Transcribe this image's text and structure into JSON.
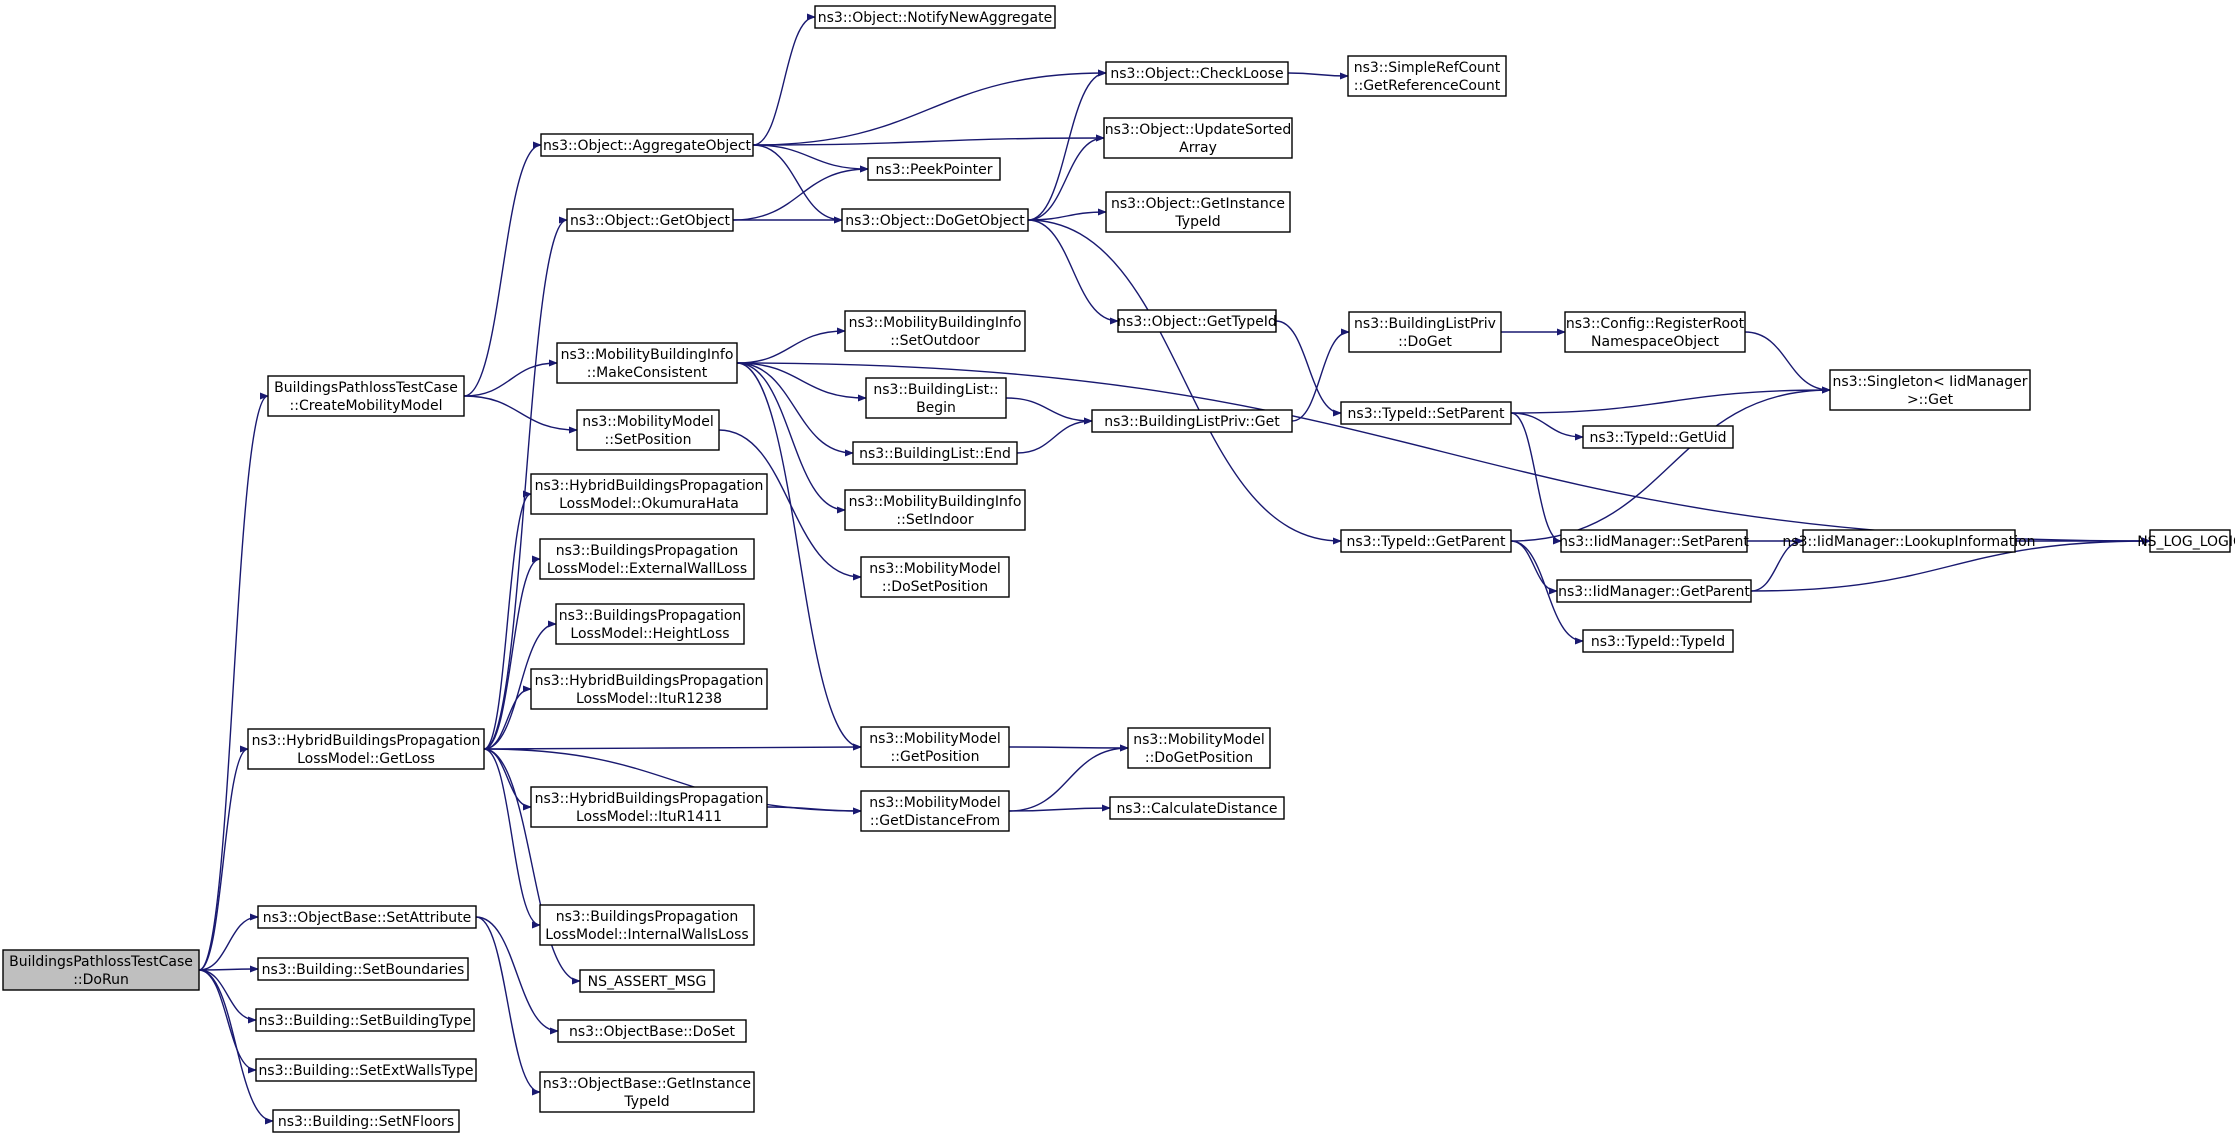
{
  "colors": {
    "edge": "#191970",
    "node_border": "#000000",
    "node_border_red": "#ff0000",
    "node_fill": "#ffffff",
    "root_fill": "#bfbfbf"
  },
  "nodes": [
    {
      "id": "n0",
      "lines": [
        "BuildingsPathlossTestCase",
        "::DoRun"
      ],
      "root": true
    },
    {
      "id": "n1",
      "lines": [
        "BuildingsPathlossTestCase",
        "::CreateMobilityModel"
      ]
    },
    {
      "id": "n2",
      "lines": [
        "ns3::HybridBuildingsPropagation",
        "LossModel::GetLoss"
      ]
    },
    {
      "id": "n3",
      "lines": [
        "ns3::ObjectBase::SetAttribute"
      ]
    },
    {
      "id": "n4",
      "lines": [
        "ns3::Building::SetBoundaries"
      ]
    },
    {
      "id": "n5",
      "lines": [
        "ns3::Building::SetBuildingType"
      ]
    },
    {
      "id": "n6",
      "lines": [
        "ns3::Building::SetExtWallsType"
      ]
    },
    {
      "id": "n7",
      "lines": [
        "ns3::Building::SetNFloors"
      ]
    },
    {
      "id": "n8",
      "lines": [
        "ns3::Object::AggregateObject"
      ]
    },
    {
      "id": "n9",
      "lines": [
        "ns3::Object::GetObject"
      ]
    },
    {
      "id": "n10",
      "lines": [
        "ns3::MobilityBuildingInfo",
        "::MakeConsistent"
      ]
    },
    {
      "id": "n11",
      "lines": [
        "ns3::MobilityModel",
        "::SetPosition"
      ]
    },
    {
      "id": "n12",
      "lines": [
        "ns3::HybridBuildingsPropagation",
        "LossModel::OkumuraHata"
      ]
    },
    {
      "id": "n13",
      "lines": [
        "ns3::BuildingsPropagation",
        "LossModel::ExternalWallLoss"
      ]
    },
    {
      "id": "n14",
      "lines": [
        "ns3::BuildingsPropagation",
        "LossModel::HeightLoss"
      ]
    },
    {
      "id": "n15",
      "lines": [
        "ns3::HybridBuildingsPropagation",
        "LossModel::ItuR1238"
      ]
    },
    {
      "id": "n16",
      "lines": [
        "ns3::HybridBuildingsPropagation",
        "LossModel::ItuR1411"
      ]
    },
    {
      "id": "n17",
      "lines": [
        "ns3::BuildingsPropagation",
        "LossModel::InternalWallsLoss"
      ]
    },
    {
      "id": "n18",
      "lines": [
        "NS_ASSERT_MSG"
      ]
    },
    {
      "id": "n19",
      "lines": [
        "ns3::ObjectBase::DoSet"
      ]
    },
    {
      "id": "n20",
      "lines": [
        "ns3::ObjectBase::GetInstance",
        "TypeId"
      ]
    },
    {
      "id": "n21",
      "lines": [
        "ns3::Object::NotifyNewAggregate"
      ]
    },
    {
      "id": "n22",
      "lines": [
        "ns3::PeekPointer"
      ]
    },
    {
      "id": "n23",
      "lines": [
        "ns3::Object::DoGetObject"
      ]
    },
    {
      "id": "n24",
      "lines": [
        "ns3::MobilityBuildingInfo",
        "::SetOutdoor"
      ]
    },
    {
      "id": "n25",
      "lines": [
        "ns3::BuildingList::",
        "Begin"
      ]
    },
    {
      "id": "n26",
      "lines": [
        "ns3::BuildingList::End"
      ]
    },
    {
      "id": "n27",
      "lines": [
        "ns3::MobilityBuildingInfo",
        "::SetIndoor"
      ]
    },
    {
      "id": "n28",
      "lines": [
        "ns3::MobilityModel",
        "::DoSetPosition"
      ]
    },
    {
      "id": "n29",
      "lines": [
        "ns3::MobilityModel",
        "::GetPosition"
      ]
    },
    {
      "id": "n30",
      "lines": [
        "ns3::MobilityModel",
        "::GetDistanceFrom"
      ]
    },
    {
      "id": "n31",
      "lines": [
        "ns3::Object::CheckLoose"
      ]
    },
    {
      "id": "n32",
      "lines": [
        "ns3::Object::UpdateSorted",
        "Array"
      ]
    },
    {
      "id": "n33",
      "lines": [
        "ns3::Object::GetInstance",
        "TypeId"
      ]
    },
    {
      "id": "n34",
      "lines": [
        "ns3::Object::GetTypeId"
      ]
    },
    {
      "id": "n35",
      "lines": [
        "ns3::BuildingListPriv::Get"
      ]
    },
    {
      "id": "n36",
      "lines": [
        "ns3::MobilityModel",
        "::DoGetPosition"
      ]
    },
    {
      "id": "n37",
      "lines": [
        "ns3::CalculateDistance"
      ]
    },
    {
      "id": "n38",
      "lines": [
        "ns3::SimpleRefCount",
        "::GetReferenceCount"
      ]
    },
    {
      "id": "n39",
      "lines": [
        "ns3::BuildingListPriv",
        "::DoGet"
      ],
      "red": true
    },
    {
      "id": "n40",
      "lines": [
        "ns3::Config::RegisterRoot",
        "NamespaceObject"
      ],
      "red": true
    },
    {
      "id": "n41",
      "lines": [
        "ns3::TypeId::SetParent"
      ]
    },
    {
      "id": "n42",
      "lines": [
        "ns3::TypeId::GetParent"
      ]
    },
    {
      "id": "n43",
      "lines": [
        "ns3::Singleton< IidManager",
        ">::Get"
      ]
    },
    {
      "id": "n44",
      "lines": [
        "ns3::TypeId::GetUid"
      ]
    },
    {
      "id": "n45",
      "lines": [
        "ns3::IidManager::SetParent"
      ]
    },
    {
      "id": "n46",
      "lines": [
        "ns3::IidManager::GetParent"
      ]
    },
    {
      "id": "n47",
      "lines": [
        "ns3::TypeId::TypeId"
      ]
    },
    {
      "id": "n48",
      "lines": [
        "ns3::IidManager::LookupInformation"
      ]
    },
    {
      "id": "n49",
      "lines": [
        "NS_LOG_LOGIC"
      ]
    }
  ],
  "edges": [
    [
      "n0",
      "n1"
    ],
    [
      "n0",
      "n2"
    ],
    [
      "n0",
      "n3"
    ],
    [
      "n0",
      "n4"
    ],
    [
      "n0",
      "n5"
    ],
    [
      "n0",
      "n6"
    ],
    [
      "n0",
      "n7"
    ],
    [
      "n1",
      "n8"
    ],
    [
      "n1",
      "n10"
    ],
    [
      "n1",
      "n11"
    ],
    [
      "n2",
      "n9"
    ],
    [
      "n2",
      "n12"
    ],
    [
      "n2",
      "n13"
    ],
    [
      "n2",
      "n14"
    ],
    [
      "n2",
      "n15"
    ],
    [
      "n2",
      "n29"
    ],
    [
      "n2",
      "n16"
    ],
    [
      "n2",
      "n30"
    ],
    [
      "n2",
      "n17"
    ],
    [
      "n2",
      "n18"
    ],
    [
      "n3",
      "n19"
    ],
    [
      "n3",
      "n20"
    ],
    [
      "n8",
      "n21"
    ],
    [
      "n8",
      "n31"
    ],
    [
      "n8",
      "n32"
    ],
    [
      "n8",
      "n22"
    ],
    [
      "n8",
      "n23"
    ],
    [
      "n9",
      "n22"
    ],
    [
      "n9",
      "n23"
    ],
    [
      "n10",
      "n49"
    ],
    [
      "n10",
      "n24"
    ],
    [
      "n10",
      "n25"
    ],
    [
      "n10",
      "n26"
    ],
    [
      "n10",
      "n27"
    ],
    [
      "n10",
      "n29"
    ],
    [
      "n11",
      "n28"
    ],
    [
      "n16",
      "n30"
    ],
    [
      "n23",
      "n31"
    ],
    [
      "n23",
      "n32"
    ],
    [
      "n23",
      "n33"
    ],
    [
      "n23",
      "n34"
    ],
    [
      "n23",
      "n42"
    ],
    [
      "n25",
      "n35"
    ],
    [
      "n26",
      "n35"
    ],
    [
      "n29",
      "n36"
    ],
    [
      "n30",
      "n36"
    ],
    [
      "n30",
      "n37"
    ],
    [
      "n31",
      "n38"
    ],
    [
      "n34",
      "n41"
    ],
    [
      "n35",
      "n39"
    ],
    [
      "n39",
      "n40"
    ],
    [
      "n40",
      "n43"
    ],
    [
      "n41",
      "n43"
    ],
    [
      "n41",
      "n44"
    ],
    [
      "n41",
      "n45"
    ],
    [
      "n42",
      "n43"
    ],
    [
      "n42",
      "n46"
    ],
    [
      "n42",
      "n47"
    ],
    [
      "n45",
      "n48"
    ],
    [
      "n46",
      "n48"
    ],
    [
      "n46",
      "n49"
    ],
    [
      "n48",
      "n49"
    ]
  ]
}
